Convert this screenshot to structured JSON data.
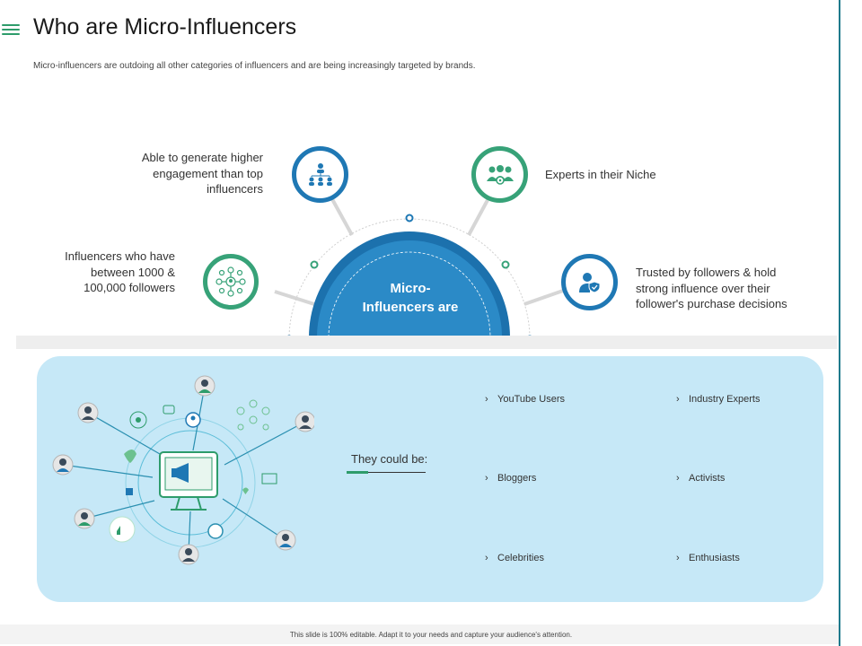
{
  "slide": {
    "title": "Who are Micro-Influencers",
    "subtitle": "Micro-influencers are outdoing all  other categories of influencers and are being increasingly targeted by brands."
  },
  "hub": {
    "center_line1": "Micro-",
    "center_line2": "Influencers are",
    "features": [
      {
        "line1": "Influencers who have",
        "line2": "between 1000 &",
        "line3": "100,000  followers",
        "icon": "network-people-icon"
      },
      {
        "line1": "Able to generate higher",
        "line2": "engagement than top",
        "line3": "influencers",
        "icon": "hierarchy-icon"
      },
      {
        "line1": "Experts in their Niche",
        "icon": "group-gear-icon"
      },
      {
        "line1": "Trusted by followers & hold",
        "line2": "strong influence over their",
        "line3": "follower's purchase decisions",
        "icon": "verified-user-icon"
      }
    ]
  },
  "types": {
    "heading": "They could be:",
    "items": [
      "YouTube Users",
      "Industry Experts",
      "Bloggers",
      "Activists",
      "Celebrities",
      "Enthusiasts"
    ]
  },
  "footer": {
    "text": "This slide is 100% editable. Adapt it to your needs and capture your audience's attention."
  },
  "colors": {
    "blue": "#1f78b4",
    "green": "#37a278",
    "panel": "#c6e8f7",
    "rule": "#1f7a8c"
  }
}
